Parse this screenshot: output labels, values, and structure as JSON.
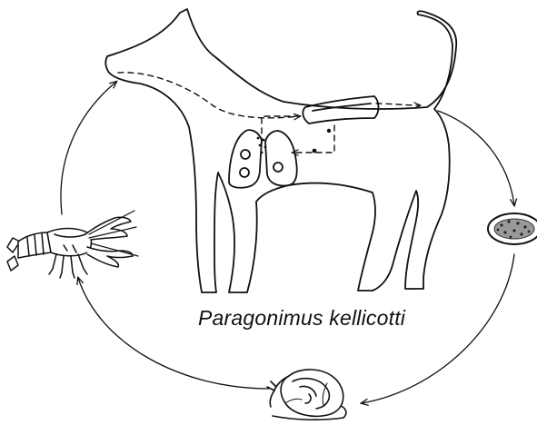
{
  "caption": "Paragonimus kellicotti",
  "stages": [
    {
      "id": "definitive-host",
      "icon": "dog-icon"
    },
    {
      "id": "egg",
      "icon": "egg-icon"
    },
    {
      "id": "first-intermediate-host",
      "icon": "snail-icon"
    },
    {
      "id": "second-intermediate-host",
      "icon": "crayfish-icon"
    }
  ],
  "colors": {
    "ink": "#111111",
    "background": "#ffffff"
  }
}
